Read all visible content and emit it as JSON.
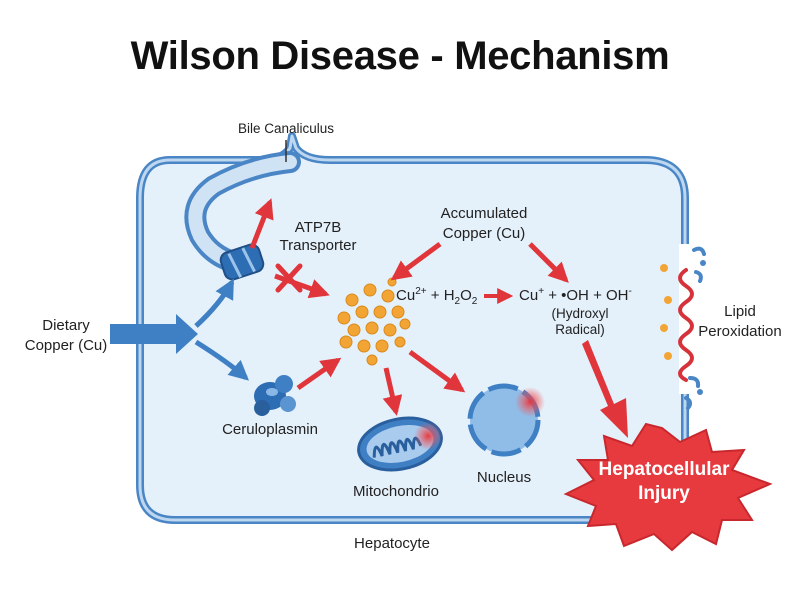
{
  "title": "Wilson Disease - Mechanism",
  "labels": {
    "bile_canaliculus": "Bile Canaliculus",
    "atp7b_line1": "ATP7B",
    "atp7b_line2": "Transporter",
    "accumulated_line1": "Accumulated",
    "accumulated_line2": "Copper (Cu)",
    "dietary_line1": "Dietary",
    "dietary_line2": "Copper (Cu)",
    "ceruloplasmin": "Ceruloplasmin",
    "mitochondrion": "Mitochondrio",
    "nucleus": "Nucleus",
    "hepatocyte": "Hepatocyte",
    "lipid_line1": "Lipid",
    "lipid_line2": "Peroxidation",
    "injury_line1": "Hepatocellular",
    "injury_line2": "Injury",
    "hydroxyl_line1": "(Hydroxyl",
    "hydroxyl_line2": "Radical)"
  },
  "reaction": {
    "reactant_cu": "Cu",
    "reactant_cu_charge": "2+",
    "plus1": " + ",
    "h2o2_h": "H",
    "h2o2_sub1": "2",
    "h2o2_o": "O",
    "h2o2_sub2": "2",
    "product_cu": "Cu",
    "product_cu_charge": "+",
    "product_plus1": " +  ",
    "product_oh_radical": "•OH",
    "product_plus2": "  +  ",
    "product_oh": "OH",
    "product_oh_charge": "-"
  },
  "colors": {
    "cell_fill": "#e4f0fa",
    "cell_stroke": "#4a86c5",
    "blue_arrow": "#3f7fc4",
    "red_arrow": "#e0353a",
    "copper": "#f2a534",
    "injury_fill": "#e63a3f"
  }
}
